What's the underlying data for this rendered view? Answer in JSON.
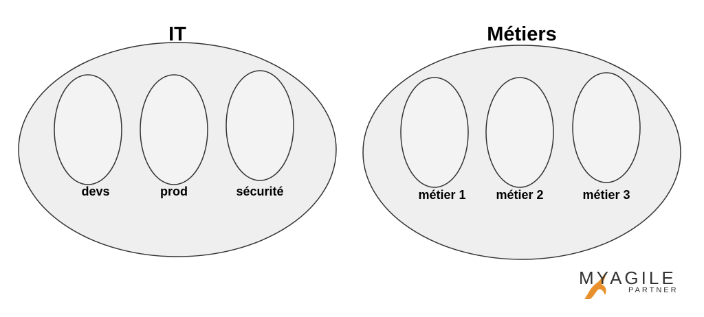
{
  "groups": [
    {
      "title": "IT",
      "items": [
        "devs",
        "prod",
        "sécurité"
      ]
    },
    {
      "title": "Métiers",
      "items": [
        "métier 1",
        "métier 2",
        "métier 3"
      ]
    }
  ],
  "logo": {
    "main": "MYAGILE",
    "sub": "PARTNER",
    "accent_color": "#e8912c"
  },
  "colors": {
    "ellipse_fill_outer": "#efefef",
    "ellipse_fill_inner": "#f3f3f3",
    "stroke": "#333333"
  }
}
